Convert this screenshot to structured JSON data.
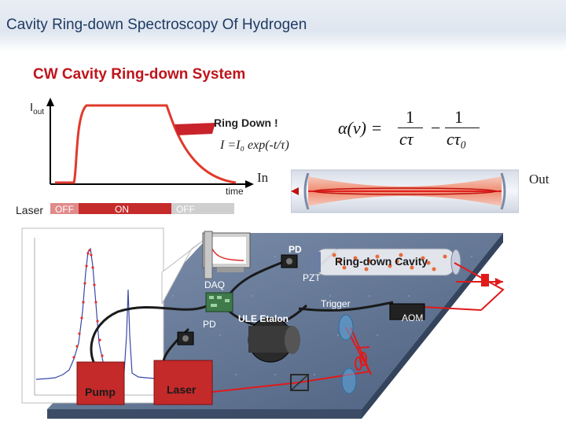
{
  "header": {
    "title": "Cavity Ring-down Spectroscopy Of Hydrogen"
  },
  "section": {
    "title": "CW Cavity Ring-down System"
  },
  "plot": {
    "y_label_main": "I",
    "y_label_sub": "out",
    "x_label": "time",
    "annotation": "Ring Down !",
    "decay_formula": "I =I₀ exp(-t/τ)"
  },
  "laser_bar": {
    "label": "Laser",
    "segments": [
      "OFF",
      "ON",
      "OFF"
    ]
  },
  "equation": {
    "lhs": "α(ν) =",
    "term1_num": "1",
    "term1_den": "cτ",
    "minus": "−",
    "term2_num": "1",
    "term2_den": "cτ₀"
  },
  "cavity_tube": {
    "in_label": "In",
    "out_label": "Out"
  },
  "setup": {
    "pd_top": "PD",
    "cavity": "Ring-down Cavity",
    "pzt": "PZT",
    "daq": "DAQ",
    "trigger": "Trigger",
    "aom": "AOM",
    "pd_bottom": "PD",
    "etalon": "ULE Etalon",
    "pump": "Pump",
    "laser": "Laser"
  },
  "colors": {
    "title": "#1f3b63",
    "section": "#c0141b",
    "curve": "#e03a2c",
    "laser_on": "#c62b2b",
    "laser_off": "#e08a8a",
    "table": "#5a6f8f",
    "beam": "#e01a1a"
  }
}
